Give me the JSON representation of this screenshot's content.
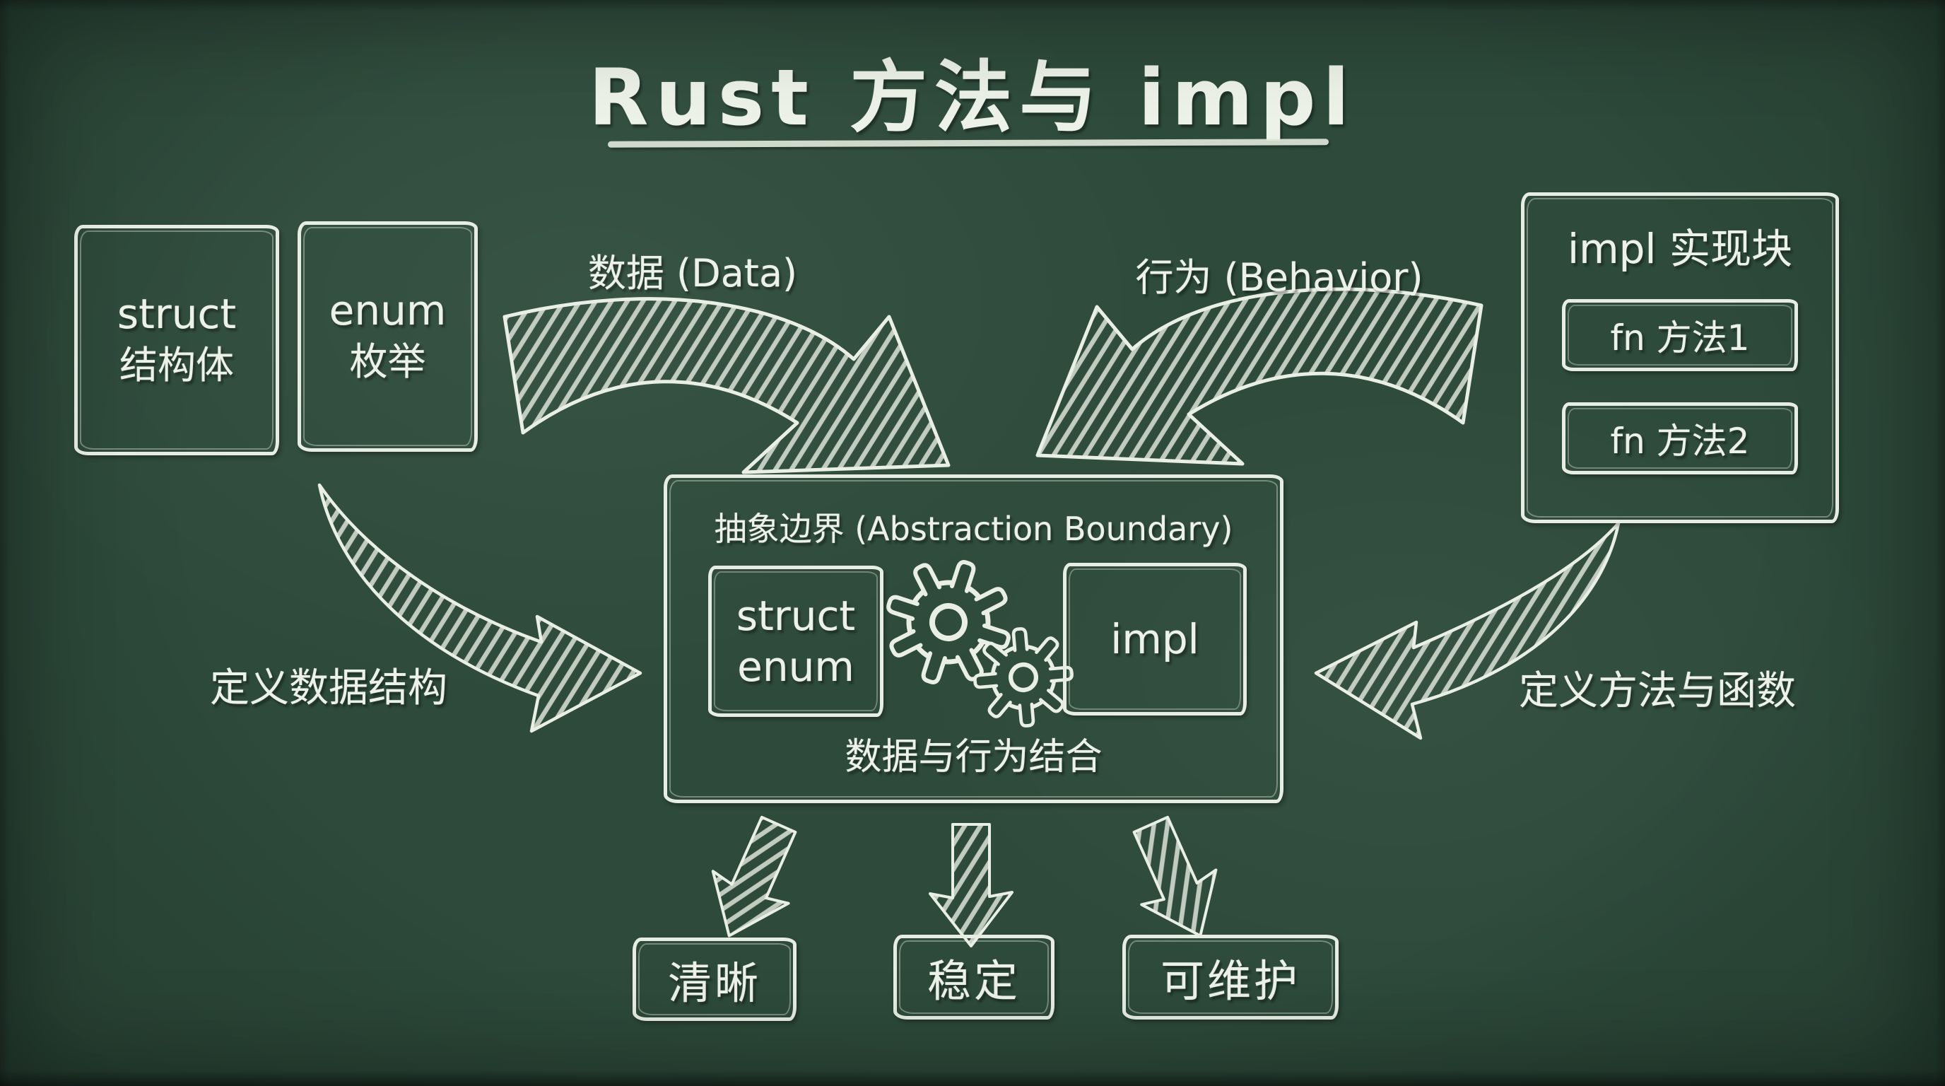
{
  "title": {
    "text": "Rust 方法与 impl"
  },
  "data_boxes": {
    "struct": {
      "keyword": "struct",
      "label_zh": "结构体"
    },
    "enum": {
      "keyword": "enum",
      "label_zh": "枚举"
    }
  },
  "flow_labels": {
    "data": "数据 (Data)",
    "behavior": "行为 (Behavior)",
    "define_data": "定义数据结构",
    "define_methods": "定义方法与函数"
  },
  "impl_panel": {
    "title": "impl 实现块",
    "methods": [
      "fn 方法1",
      "fn 方法2"
    ]
  },
  "abstraction_box": {
    "title": "抽象边界 (Abstraction Boundary)",
    "data_side": {
      "line1": "struct",
      "line2": "enum"
    },
    "behavior_side": "impl",
    "caption": "数据与行为结合"
  },
  "outcomes": [
    "清晰",
    "稳定",
    "可维护"
  ],
  "icons": {
    "center": "gears-icon"
  },
  "colors": {
    "board_green": "#2d4a3a",
    "chalk_white": "#edf2e8"
  }
}
